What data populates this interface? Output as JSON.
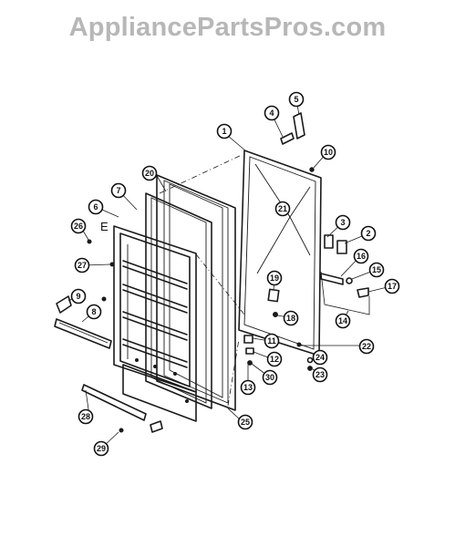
{
  "watermark": "AppliancePartsPros.com",
  "callouts": [
    "1",
    "2",
    "3",
    "4",
    "5",
    "6",
    "7",
    "8",
    "9",
    "10",
    "11",
    "12",
    "13",
    "14",
    "15",
    "16",
    "17",
    "18",
    "19",
    "20",
    "21",
    "22",
    "23",
    "24",
    "25",
    "26",
    "27",
    "28",
    "29",
    "30"
  ],
  "door_shelf_label": "E"
}
